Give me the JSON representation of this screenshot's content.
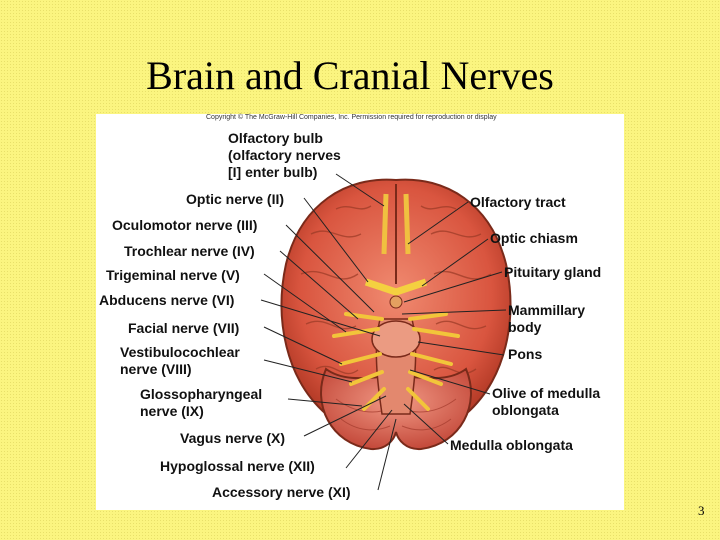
{
  "slide": {
    "title": "Brain and Cranial Nerves",
    "page_number": "3"
  },
  "figure": {
    "copyright": "Copyright © The McGraw-Hill Companies, Inc. Permission required for reproduction or display",
    "labels_left": [
      "Olfactory bulb\n(olfactory nerves\n[I] enter bulb)",
      "Optic nerve (II)",
      "Oculomotor nerve (III)",
      "Trochlear nerve (IV)",
      "Trigeminal nerve (V)",
      "Abducens nerve (VI)",
      "Facial nerve (VII)",
      "Vestibulocochlear\nnerve (VIII)",
      "Glossopharyngeal\nnerve (IX)",
      "Vagus nerve (X)",
      "Hypoglossal nerve (XII)",
      "Accessory nerve (XI)"
    ],
    "labels_right": [
      "Olfactory tract",
      "Optic chiasm",
      "Pituitary gland",
      "Mammillary\nbody",
      "Pons",
      "Olive of medulla\noblongata",
      "Medulla oblongata"
    ]
  }
}
